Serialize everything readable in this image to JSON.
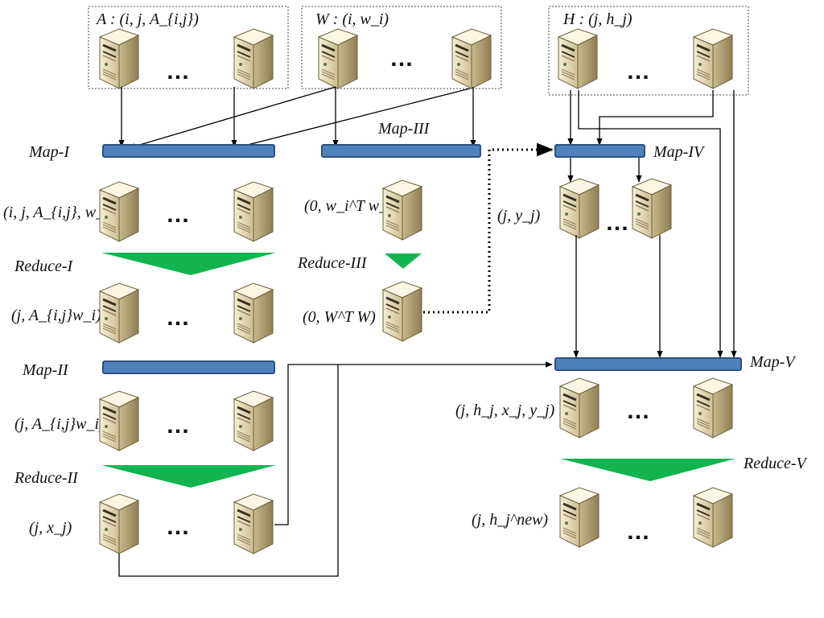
{
  "groups": {
    "A": "A : (i, j, A_{i,j})",
    "W": "W : (i, w_i)",
    "H": "H : (j, h_j)"
  },
  "stages": {
    "map1": "Map-I",
    "map2": "Map-II",
    "map3": "Map-III",
    "map4": "Map-IV",
    "map5": "Map-V",
    "reduce1": "Reduce-I",
    "reduce2": "Reduce-II",
    "reduce3": "Reduce-III",
    "reduce5": "Reduce-V"
  },
  "data_labels": {
    "map1_out": "(i, j, A_{i,j}, w_i)",
    "reduce1_out": "(j, A_{i,j}w_i)",
    "map2_out": "(j, A_{i,j}w_i)",
    "reduce2_out": "(j, x_j)",
    "map3_out": "(0, w_i^T w_i)",
    "reduce3_out": "(0, W^T W)",
    "map4_out": "(j, y_j)",
    "map5_out": "(j, h_j, x_j, y_j)",
    "reduce5_out": "(j, h_j^new)"
  },
  "ellipsis": "…",
  "colors": {
    "bar": "#4f81bd",
    "triangle": "#12b44f",
    "server_body": "#e8dcb4"
  },
  "icons": {
    "server": "server-icon"
  }
}
